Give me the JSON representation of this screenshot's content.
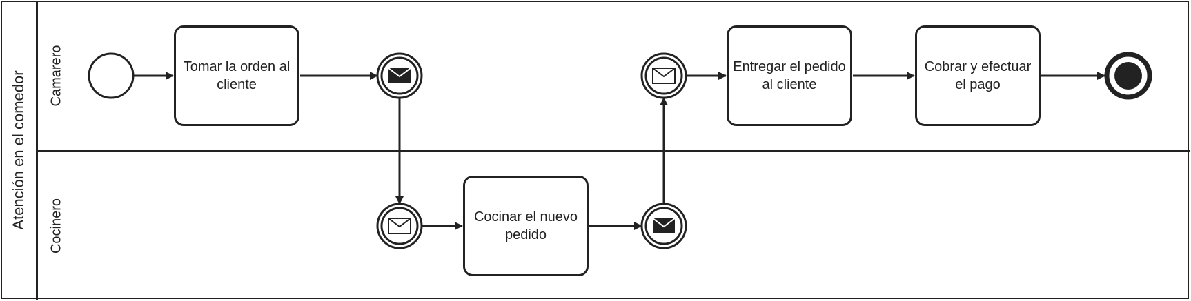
{
  "pool": {
    "title": "Atención en el comedor"
  },
  "lanes": [
    {
      "label": "Camarero"
    },
    {
      "label": "Cocinero"
    }
  ],
  "tasks": {
    "tomar_orden": "Tomar la orden al cliente",
    "cocinar": "Cocinar el nuevo pedido",
    "entregar": "Entregar el pedido al cliente",
    "cobrar": "Cobrar y efectuar el pago"
  },
  "events": {
    "start": "start-event",
    "msg_throw_camarero": "message-throw-event",
    "msg_catch_cocinero": "message-catch-event",
    "msg_throw_cocinero": "message-throw-event",
    "msg_catch_camarero": "message-catch-event",
    "end": "end-event"
  },
  "colors": {
    "stroke": "#222222",
    "fill": "#ffffff"
  }
}
